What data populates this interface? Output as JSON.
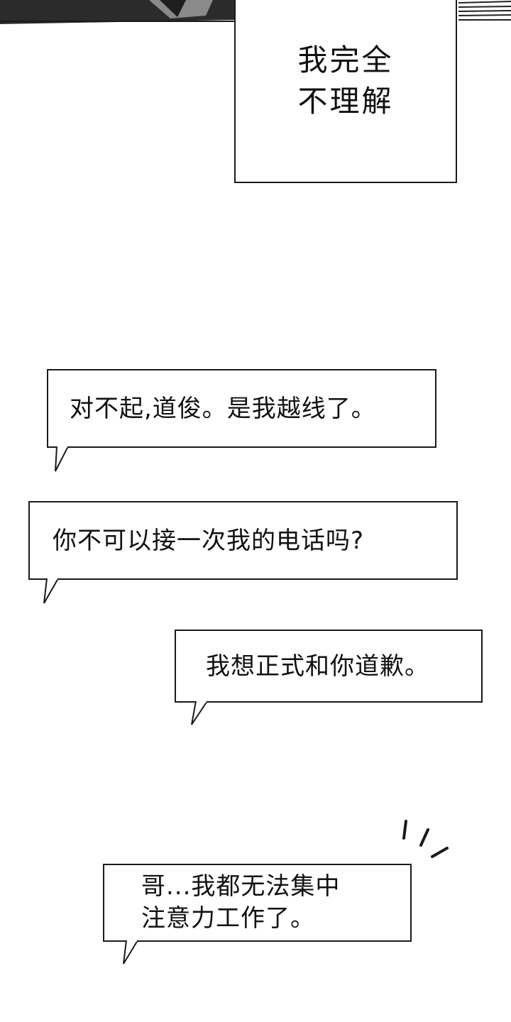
{
  "panel_top": {
    "art": "dark-hair-and-speed-lines-fragment"
  },
  "narration": {
    "text": "我完全\n不理解"
  },
  "bubbles": [
    {
      "text": "对不起,道俊。是我越线了。"
    },
    {
      "text": "你不可以接一次我的电话吗?"
    },
    {
      "text": "我想正式和你道歉。"
    },
    {
      "text": "哥...我都无法集中\n注意力工作了。"
    }
  ],
  "effects": {
    "sfx": "vibration-tick-marks"
  }
}
